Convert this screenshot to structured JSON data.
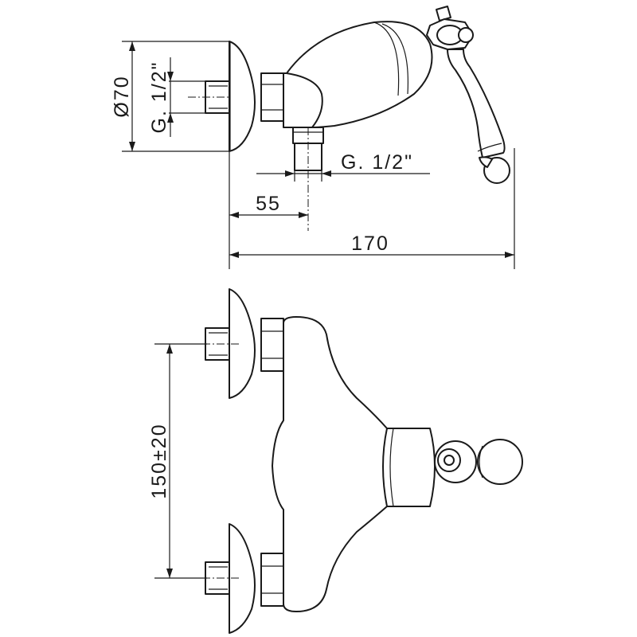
{
  "dimensions": {
    "outlet_diameter": "Ø70",
    "inlet_thread_side": "G. 1/2\"",
    "outlet_thread_bottom": "G. 1/2\"",
    "offset_55": "55",
    "overall_170": "170",
    "center_distance": "150±20"
  },
  "colors": {
    "line": "#1a1a1a",
    "background": "#ffffff"
  }
}
